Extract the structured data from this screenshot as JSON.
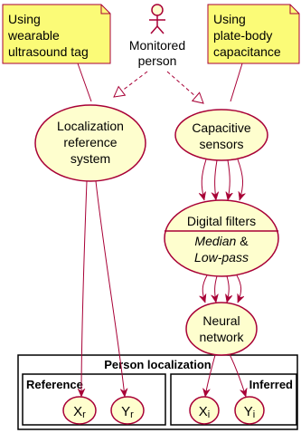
{
  "actor": {
    "label_line1": "Monitored",
    "label_line2": "person"
  },
  "notes": [
    {
      "line1": "Using",
      "line2": "wearable",
      "line3": "ultrasound tag"
    },
    {
      "line1": "Using",
      "line2": "plate-body",
      "line3": "capacitance"
    }
  ],
  "nodes": {
    "localization": {
      "line1": "Localization",
      "line2": "reference",
      "line3": "system"
    },
    "capacitive": {
      "line1": "Capacitive",
      "line2": "sensors"
    },
    "filters": {
      "title": "Digital filters",
      "line1_italic": "Median",
      "line1_rest": " &",
      "line2_italic": "Low-pass"
    },
    "neural": {
      "line1": "Neural",
      "line2": "network"
    }
  },
  "packages": {
    "outer": "Person localization",
    "reference": "Reference",
    "inferred": "Inferred"
  },
  "outputs": {
    "xr": {
      "base": "X",
      "sub": "r"
    },
    "yr": {
      "base": "Y",
      "sub": "r"
    },
    "xi": {
      "base": "X",
      "sub": "i"
    },
    "yi": {
      "base": "Y",
      "sub": "i"
    }
  },
  "colors": {
    "node_fill": "#FEFECE",
    "node_stroke": "#A80036",
    "note_fill": "#FBFB77",
    "note_stroke": "#A80036",
    "arrow": "#A80036"
  }
}
